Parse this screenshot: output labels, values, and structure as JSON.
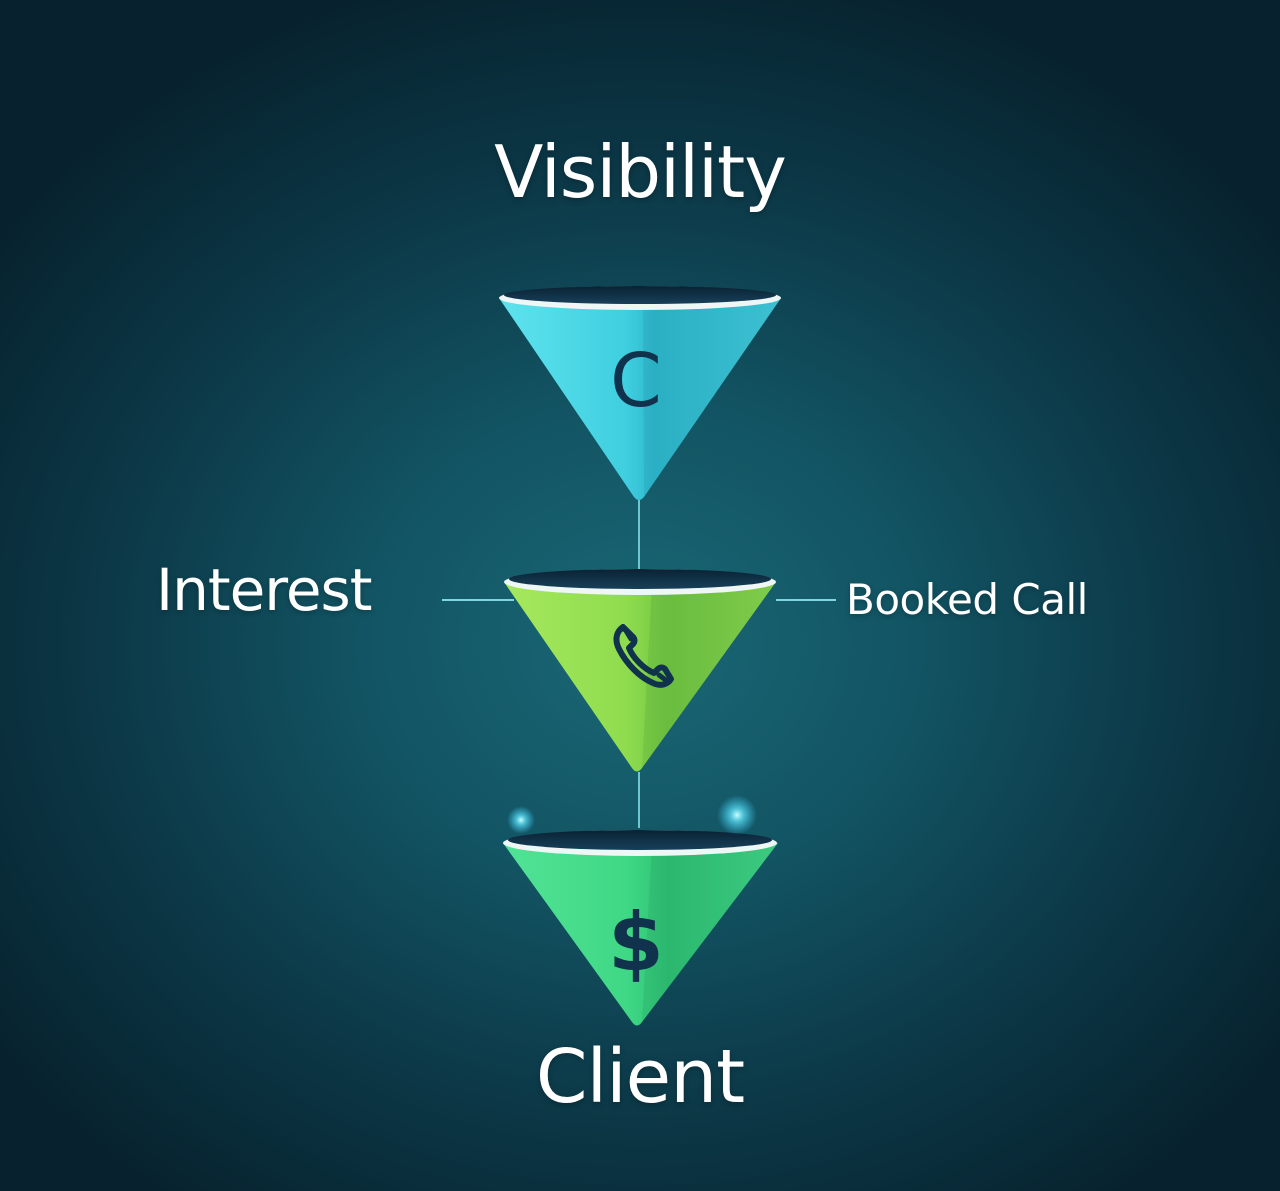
{
  "labels": {
    "top": "Visibility",
    "left": "Interest",
    "right": "Booked Call",
    "bottom": "Client"
  },
  "funnels": [
    {
      "stage": "top",
      "icon_name": "letter-c-icon",
      "icon_text": "C",
      "color": "#4ad8e6"
    },
    {
      "stage": "middle",
      "icon_name": "phone-icon",
      "icon_text": "",
      "color": "#92df52"
    },
    {
      "stage": "bottom",
      "icon_name": "dollar-icon",
      "icon_text": "$",
      "color": "#44dc86"
    }
  ],
  "colors": {
    "background": "#0c3847",
    "connector": "#7fd6e0",
    "icon": "#10324c"
  }
}
